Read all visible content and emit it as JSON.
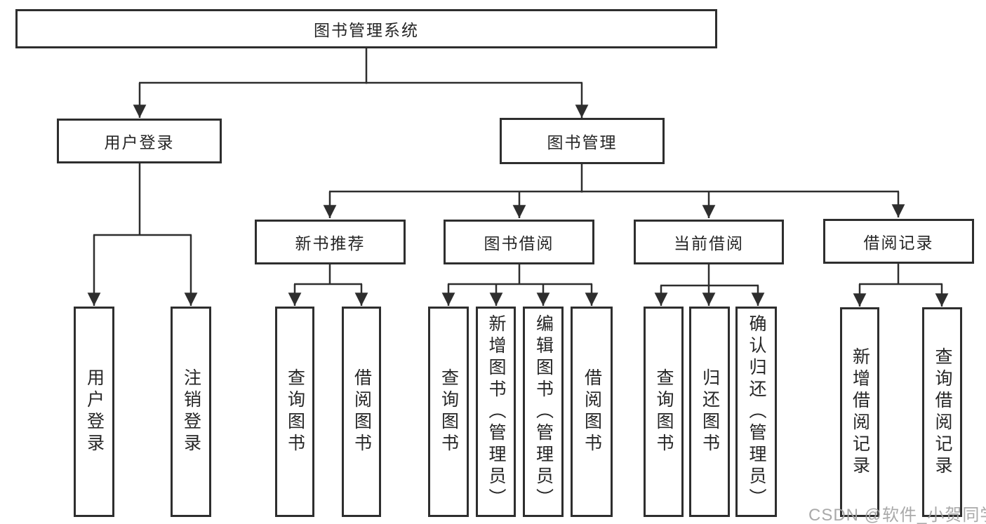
{
  "tree": {
    "id": "system",
    "label": "图书管理系统",
    "children": [
      {
        "id": "user-login",
        "label": "用户登录",
        "children": [
          {
            "id": "user-login-action",
            "label": "用户登录"
          },
          {
            "id": "logout",
            "label": "注销登录"
          }
        ]
      },
      {
        "id": "book-management",
        "label": "图书管理",
        "children": [
          {
            "id": "new-book-recommend",
            "label": "新书推荐",
            "children": [
              {
                "id": "query-books",
                "label": "查询图书"
              },
              {
                "id": "borrow-books",
                "label": "借阅图书"
              }
            ]
          },
          {
            "id": "book-borrowing",
            "label": "图书借阅",
            "children": [
              {
                "id": "query-books",
                "label": "查询图书"
              },
              {
                "id": "add-books-admin",
                "label": "新增图书（管理员）"
              },
              {
                "id": "edit-books-admin",
                "label": "编辑图书（管理员）"
              },
              {
                "id": "borrow-books",
                "label": "借阅图书"
              }
            ]
          },
          {
            "id": "current-borrowing",
            "label": "当前借阅",
            "children": [
              {
                "id": "query-books",
                "label": "查询图书"
              },
              {
                "id": "return-books",
                "label": "归还图书"
              },
              {
                "id": "confirm-return-admin",
                "label": "确认归还（管理员）"
              }
            ]
          },
          {
            "id": "borrowing-records",
            "label": "借阅记录",
            "children": [
              {
                "id": "add-borrow-record",
                "label": "新增借阅记录"
              },
              {
                "id": "query-borrow-record",
                "label": "查询借阅记录"
              }
            ]
          }
        ]
      }
    ]
  },
  "watermark": "CSDN @软件_小贺同学",
  "colors": {
    "line": "#2e2e2e",
    "text": "#262626",
    "background": "#ffffff",
    "watermark": "#a2a2a2"
  }
}
